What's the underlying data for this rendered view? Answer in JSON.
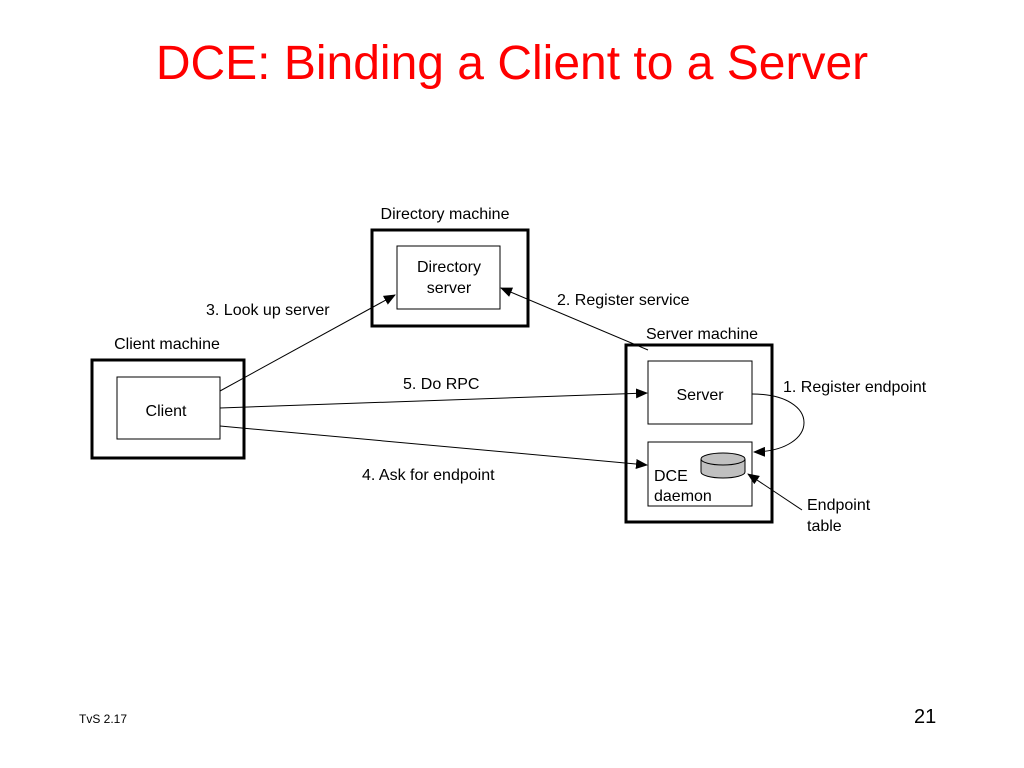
{
  "slide": {
    "title": "DCE: Binding a Client to a Server",
    "footer_left": "TvS 2.17",
    "page_number": "21"
  },
  "diagram": {
    "machines": {
      "directory": "Directory machine",
      "client": "Client machine",
      "server": "Server machine"
    },
    "processes": {
      "directory_server_line1": "Directory",
      "directory_server_line2": "server",
      "client": "Client",
      "server": "Server",
      "dce_daemon_line1": "DCE",
      "dce_daemon_line2": "daemon"
    },
    "steps": {
      "register_endpoint": "1. Register endpoint",
      "register_service": "2. Register service",
      "look_up_server": "3. Look up server",
      "ask_for_endpoint": "4. Ask for endpoint",
      "do_rpc": "5. Do RPC"
    },
    "endpoint_table_line1": "Endpoint",
    "endpoint_table_line2": "table"
  },
  "colors": {
    "title": "#ff0000",
    "cylinder_fill": "#c0c0c0"
  }
}
